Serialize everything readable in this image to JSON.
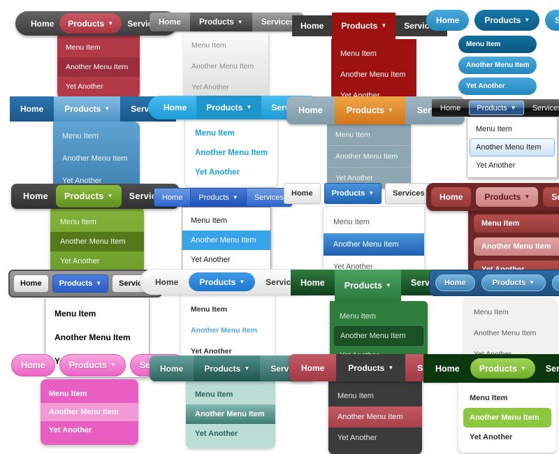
{
  "labels": {
    "home": "Home",
    "products": "Products",
    "services": "Services",
    "caret": "▼"
  },
  "menu_items": [
    "Menu Item",
    "Another Menu Item",
    "Yet Another"
  ],
  "grid": {
    "columns": 4,
    "rows": 5,
    "count": 20
  },
  "variants": [
    {
      "index": 1,
      "name": "rounded-gray-bar-red-menu",
      "nav_bg": "#4a4a4a",
      "accent": "#b23a48",
      "dropdown_bg": "#b23a48",
      "highlight": "#9a2e3c",
      "text": "#ffffff"
    },
    {
      "index": 2,
      "name": "glossy-gray-bar-light-menu",
      "nav_bg": "#868686",
      "accent": "#4f4f4f",
      "dropdown_bg": "#ebebeb",
      "highlight": null,
      "text": "#8a8a8a"
    },
    {
      "index": 3,
      "name": "charcoal-bar-dark-red-menu",
      "nav_bg": "#3a3a3a",
      "accent": "#9d1111",
      "dropdown_bg": "#9d1111",
      "highlight": null,
      "text": "#ffffff"
    },
    {
      "index": 4,
      "name": "blue-pills-stacked-menu",
      "nav_bg": "#2d93c8",
      "accent": "#0e6a9b",
      "dropdown_bg": "#2d93c8",
      "highlight": "#0e6a9b",
      "text": "#ffffff"
    },
    {
      "index": 5,
      "name": "blue-bar-gradient-menu",
      "nav_bg": "#1f639c",
      "accent": "#6caede",
      "dropdown_bg": "#4a90c2",
      "highlight": null,
      "text": "#ffffff"
    },
    {
      "index": 6,
      "name": "sky-pill-white-menu",
      "nav_bg": "#29abe2",
      "accent": "#1e95cc",
      "dropdown_bg": "#ffffff",
      "highlight": null,
      "text": "#1ba3de"
    },
    {
      "index": 7,
      "name": "steel-bar-orange-tab",
      "nav_bg": "#8fa5b2",
      "accent": "#e08a2e",
      "dropdown_bg": "#8ea6b2",
      "highlight": null,
      "text": "#ffffff"
    },
    {
      "index": 8,
      "name": "vista-black-bar",
      "nav_bg": "#1f1f1f",
      "accent": "#3a6ea8",
      "dropdown_bg": "#ffffff",
      "highlight": "#cde3f6",
      "text": "#1e1e1e"
    },
    {
      "index": 9,
      "name": "charcoal-bar-green-menu",
      "nav_bg": "#3c3c3c",
      "accent": "#76a62c",
      "dropdown_bg": "#79ac32",
      "highlight": "#55781a",
      "text": "#ffffff"
    },
    {
      "index": 10,
      "name": "windows-blue-bar",
      "nav_bg": "#3a6fd0",
      "accent": "#2f64cc",
      "dropdown_bg": "#ffffff",
      "highlight": "#38a3e8",
      "text": "#101010"
    },
    {
      "index": 11,
      "name": "white-buttons-blue-accent",
      "nav_bg": "#f2f2f2",
      "accent": "#2f7cd0",
      "dropdown_bg": "#ffffff",
      "highlight": "#2a6fc4",
      "text": "#5a5a5a"
    },
    {
      "index": 12,
      "name": "maroon-rounded-buttons",
      "nav_bg": "#6e2626",
      "accent": "#d08888",
      "dropdown_bg": "#6e2626",
      "highlight": "#d08888",
      "text": "#ffffff"
    },
    {
      "index": 13,
      "name": "outlined-gray-bar-bold-menu",
      "nav_bg": "#8d8d8d",
      "accent": "#3a6fd8",
      "dropdown_bg": "#ffffff",
      "highlight": null,
      "text": "#000000"
    },
    {
      "index": 14,
      "name": "light-pill-blue-accent",
      "nav_bg": "#f0f0f0",
      "accent": "#2e8ce0",
      "dropdown_bg": "#ffffff",
      "highlight": "#58a2e8",
      "text": "#2e2e2e"
    },
    {
      "index": 15,
      "name": "dark-green-bar",
      "nav_bg": "#1c5c2c",
      "accent": "#3a8a4c",
      "dropdown_bg": "#2e7d3c",
      "highlight": "#1c5026",
      "text": "#d8ead8"
    },
    {
      "index": 16,
      "name": "steel-blue-glossy-pills",
      "nav_bg": "#255f94",
      "accent": "#4a90c4",
      "dropdown_bg": "#f1f1ee",
      "highlight": null,
      "text": "#5a5a5a"
    },
    {
      "index": 17,
      "name": "pink-ovals",
      "nav_bg": "#ee6cc8",
      "accent": "#ec64c6",
      "dropdown_bg": "#e95ec2",
      "highlight": "#f39ad6",
      "text": "#ffffff"
    },
    {
      "index": 18,
      "name": "teal-gradient-bar",
      "nav_bg": "#3f7f7b",
      "accent": "#2e6561",
      "dropdown_bg": "#bcdcd6",
      "highlight": "#4a8680",
      "text": "#2a6360"
    },
    {
      "index": 19,
      "name": "red-bar-charcoal-menu",
      "nav_bg": "#b04c58",
      "accent": "#3b3b3b",
      "dropdown_bg": "#3b3b3b",
      "highlight": "#b04c58",
      "text": "#e6e6e6"
    },
    {
      "index": 20,
      "name": "dark-green-bar-lime-pill",
      "nav_bg": "#0d380f",
      "accent": "#8dc63f",
      "dropdown_bg": "#ffffff",
      "highlight": "#8dc63f",
      "text": "#2e2e2e"
    }
  ]
}
